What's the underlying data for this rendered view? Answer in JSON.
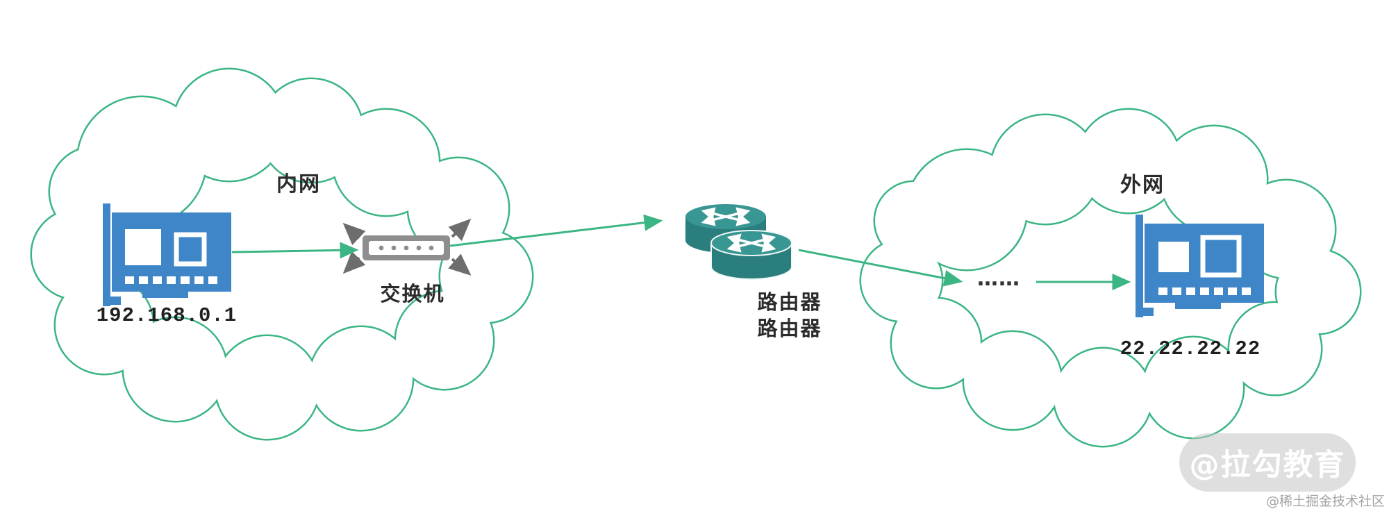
{
  "colors": {
    "accent_green": "#3BB583",
    "nic_blue": "#3E86C8",
    "router_teal": "#2E8584",
    "switch_gray": "#8E8E8E",
    "watermark_text": "#FFFFFF"
  },
  "labels": {
    "intranet": "内网",
    "extranet": "外网",
    "switch": "交换机",
    "router_line1": "路由器",
    "router_line2": "路由器",
    "dots": "……",
    "ip_left": "192.168.0.1",
    "ip_right": "22.22.22.22",
    "watermark": "@拉勾教育",
    "credit": "@稀土掘金技术社区"
  },
  "icons": {
    "left_nic": "network-card-icon",
    "right_nic": "network-card-icon",
    "switch": "switch-icon",
    "routers": "router-icon"
  }
}
